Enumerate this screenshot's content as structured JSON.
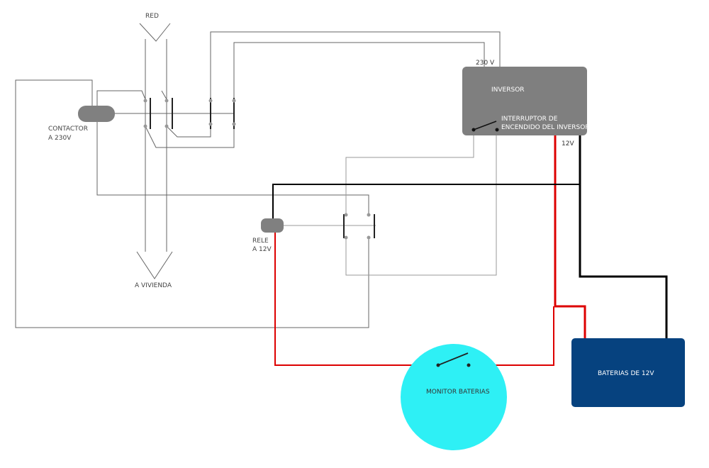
{
  "labels": {
    "red": "RED",
    "a_vivienda": "A VIVIENDA",
    "contactor_line1": "CONTACTOR",
    "contactor_line2": "A 230V",
    "v230": "230 V",
    "inversor": "INVERSOR",
    "interruptor_line1": "INTERRUPTOR DE",
    "interruptor_line2": "ENCENDIDO DEL INVERSOR",
    "v12": "12V",
    "rele_line1": "RELE",
    "rele_line2": "A 12V",
    "monitor": "MONITOR BATERIAS",
    "baterias": "BATERIAS DE 12V"
  },
  "colors": {
    "background": "#ffffff",
    "wire_gray": "#666666",
    "wire_light": "#999999",
    "wire_dark": "#222222",
    "wire_red": "#dd0000",
    "wire_black": "#000000",
    "inversor_box": "#7f7f7f",
    "battery_box": "#06427f",
    "monitor_circle": "#2ef0f5",
    "coil": "#808080"
  }
}
